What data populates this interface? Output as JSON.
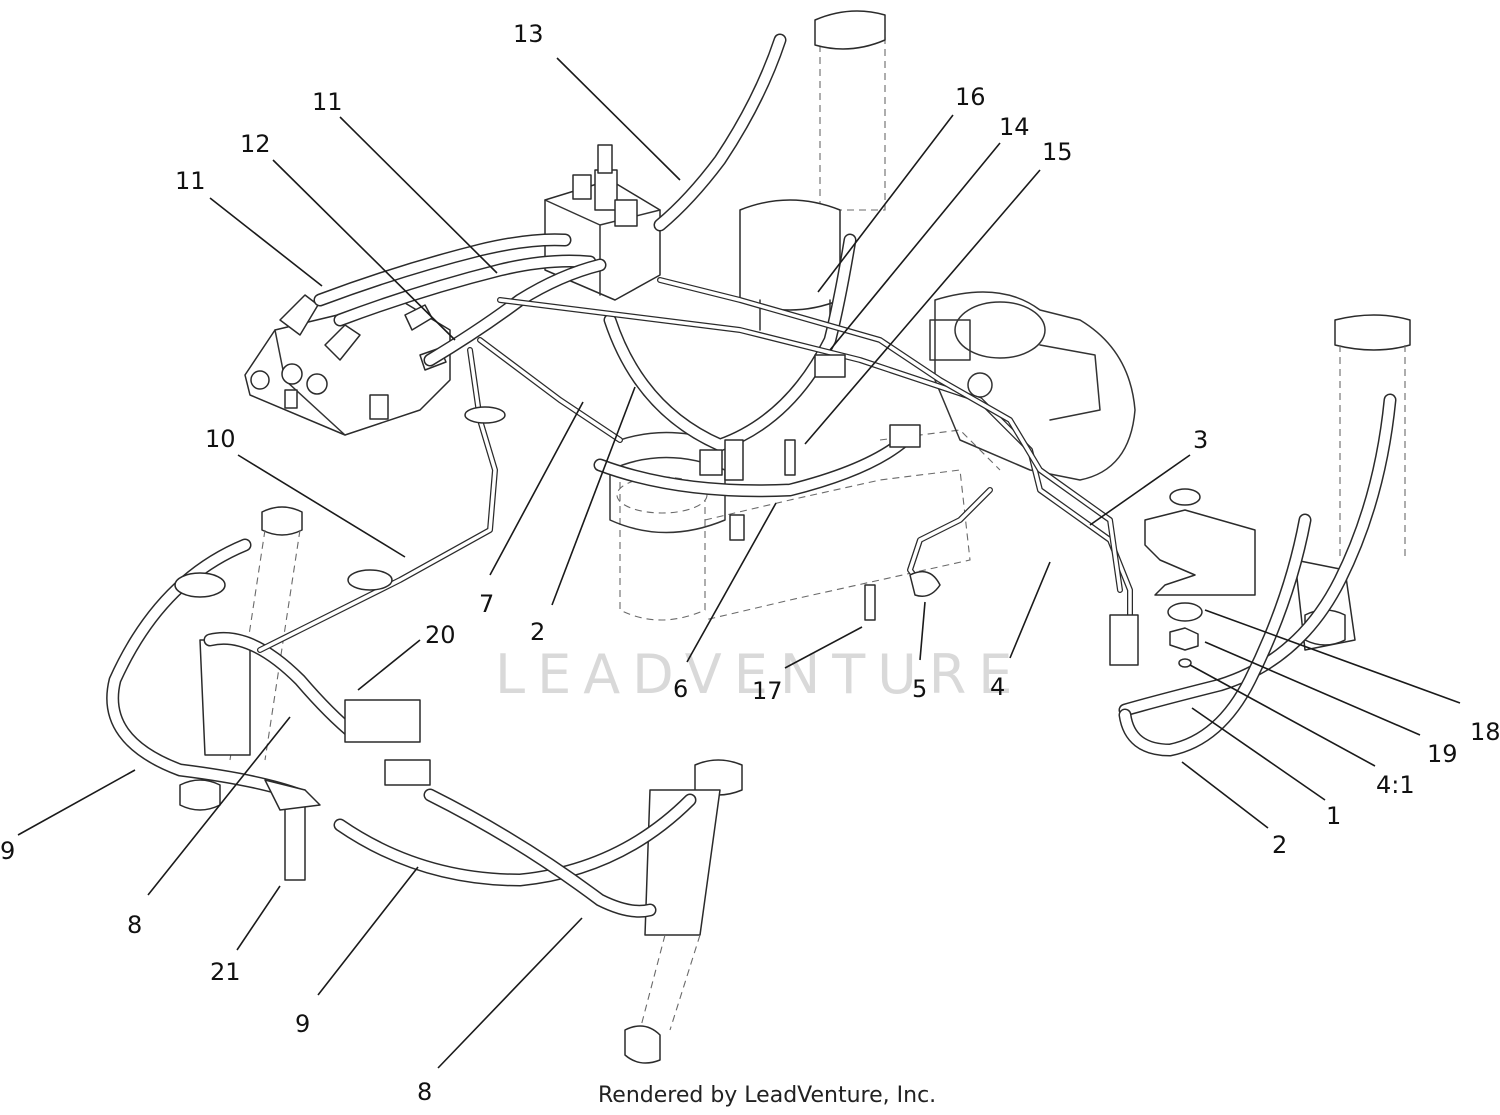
{
  "watermark_text": "LEADVENTURE",
  "footer_text": "Rendered by LeadVenture, Inc.",
  "callouts": [
    {
      "label": "13"
    },
    {
      "label": "11"
    },
    {
      "label": "12"
    },
    {
      "label": "11"
    },
    {
      "label": "16"
    },
    {
      "label": "14"
    },
    {
      "label": "15"
    },
    {
      "label": "10"
    },
    {
      "label": "3"
    },
    {
      "label": "7"
    },
    {
      "label": "2"
    },
    {
      "label": "20"
    },
    {
      "label": "6"
    },
    {
      "label": "17"
    },
    {
      "label": "5"
    },
    {
      "label": "4"
    },
    {
      "label": "18"
    },
    {
      "label": "19"
    },
    {
      "label": "4:1"
    },
    {
      "label": "1"
    },
    {
      "label": "2"
    },
    {
      "label": "9"
    },
    {
      "label": "8"
    },
    {
      "label": "21"
    },
    {
      "label": "9"
    },
    {
      "label": "8"
    }
  ]
}
